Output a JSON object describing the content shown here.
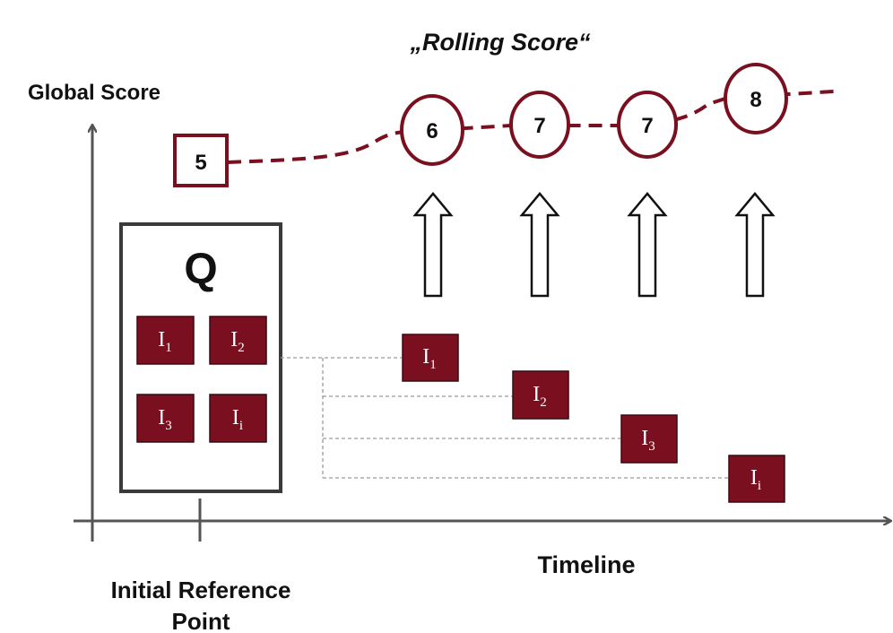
{
  "title": "„Rolling Score“",
  "y_axis_label": "Global Score",
  "x_axis_label": "Timeline",
  "reference_label": {
    "line1": "Initial Reference",
    "line2": "Point"
  },
  "initial_score": "5",
  "rolling_scores": [
    "6",
    "7",
    "7",
    "8"
  ],
  "questionnaire": {
    "label": "Q",
    "items": [
      {
        "base": "I",
        "sub": "1"
      },
      {
        "base": "I",
        "sub": "2"
      },
      {
        "base": "I",
        "sub": "3"
      },
      {
        "base": "I",
        "sub": "i"
      }
    ]
  },
  "timeline_items": [
    {
      "base": "I",
      "sub": "1"
    },
    {
      "base": "I",
      "sub": "2"
    },
    {
      "base": "I",
      "sub": "3"
    },
    {
      "base": "I",
      "sub": "i"
    }
  ],
  "colors": {
    "accent": "#7a0f1f",
    "axis": "#555555",
    "outline": "#3a3a3a",
    "connector": "#9a9a9a"
  }
}
